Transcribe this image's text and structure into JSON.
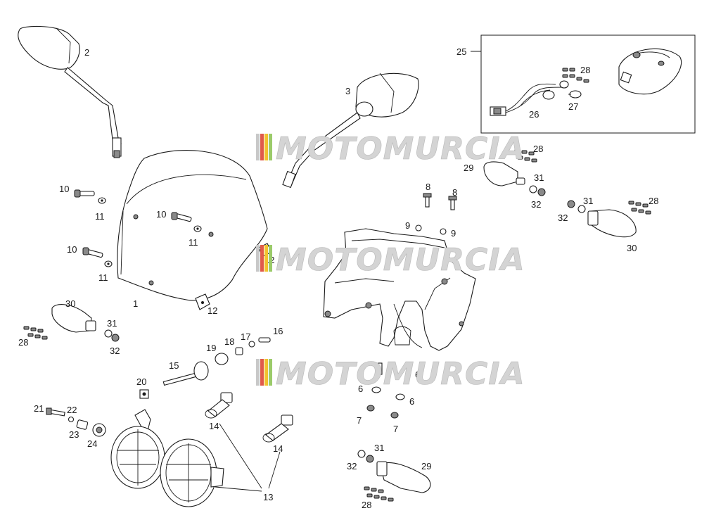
{
  "watermark": {
    "brand": "MOTOMURCIA",
    "stripe_colors": [
      "#c8c8c8",
      "#e05a4a",
      "#f2c230",
      "#9bcb6a"
    ]
  },
  "kit_box": {
    "label": "25"
  },
  "callouts": {
    "mirror_left": "2",
    "mirror_right": "3",
    "windshield": "1",
    "screw_10a": "10",
    "washer_11a": "11",
    "screw_10b": "10",
    "washer_11b": "11",
    "screw_10c": "10",
    "washer_11c": "11",
    "clip_12a": "12",
    "clip_12b": "12",
    "bracket_screw_8a": "8",
    "bracket_screw_8b": "8",
    "nut_9a": "9",
    "nut_9b": "9",
    "blinker_29_top": "29",
    "screw_31_top": "31",
    "nut_32_top": "32",
    "studs_28_top": "28",
    "blinker_30_right": "30",
    "screw_31_right": "31",
    "nut_32_right": "32",
    "studs_28_right": "28",
    "blinker_30_left": "30",
    "screw_31_left": "31",
    "nut_32_left": "32",
    "studs_28_left": "28",
    "blinker_29_bottom": "29",
    "screw_31_bottom": "31",
    "nut_32_bottom": "32",
    "studs_28_bottom": "28",
    "kit_26": "26",
    "kit_27": "27",
    "kit_28": "28",
    "bolt_15": "15",
    "spacer_19": "19",
    "bush_18": "18",
    "washer_17": "17",
    "screw_16": "16",
    "nut_20": "20",
    "screw_21": "21",
    "washer_22": "22",
    "spacer_23": "23",
    "grommet_24": "24",
    "bulb_14a": "14",
    "bulb_14b": "14",
    "headlight_13": "13",
    "washer_6a": "6",
    "washer_6b": "6",
    "washer_6c": "6",
    "nut_7a": "7",
    "nut_7b": "7"
  }
}
